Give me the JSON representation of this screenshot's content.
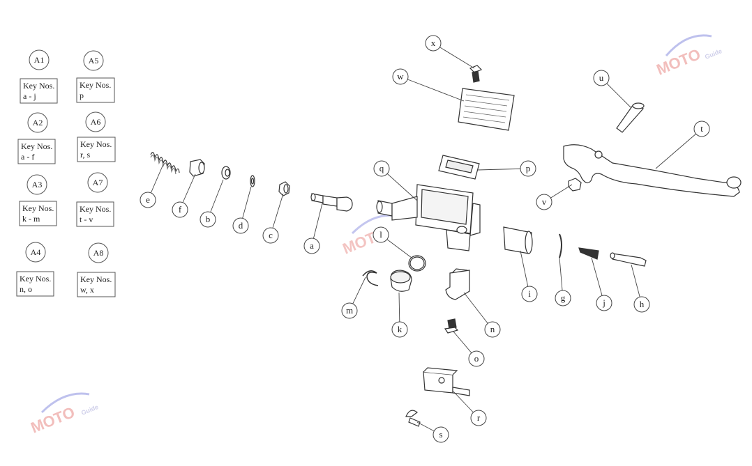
{
  "assemblies": [
    {
      "id": "A1",
      "key_title": "Key Nos.",
      "key_range": "a - j"
    },
    {
      "id": "A2",
      "key_title": "Key Nos.",
      "key_range": "a - f"
    },
    {
      "id": "A3",
      "key_title": "Key Nos.",
      "key_range": "k - m"
    },
    {
      "id": "A4",
      "key_title": "Key Nos.",
      "key_range": "n, o"
    },
    {
      "id": "A5",
      "key_title": "Key Nos.",
      "key_range": "p"
    },
    {
      "id": "A6",
      "key_title": "Key Nos.",
      "key_range": "r, s"
    },
    {
      "id": "A7",
      "key_title": "Key Nos.",
      "key_range": "t - v"
    },
    {
      "id": "A8",
      "key_title": "Key Nos.",
      "key_range": "w, x"
    }
  ],
  "callouts": [
    "a",
    "b",
    "c",
    "d",
    "e",
    "f",
    "g",
    "h",
    "i",
    "j",
    "k",
    "l",
    "m",
    "n",
    "o",
    "p",
    "q",
    "r",
    "s",
    "t",
    "u",
    "v",
    "w",
    "x"
  ],
  "watermark": {
    "text": "MOTO",
    "subtext": "Guide",
    "colors": [
      "#e0413c",
      "#5a5fc0"
    ]
  }
}
